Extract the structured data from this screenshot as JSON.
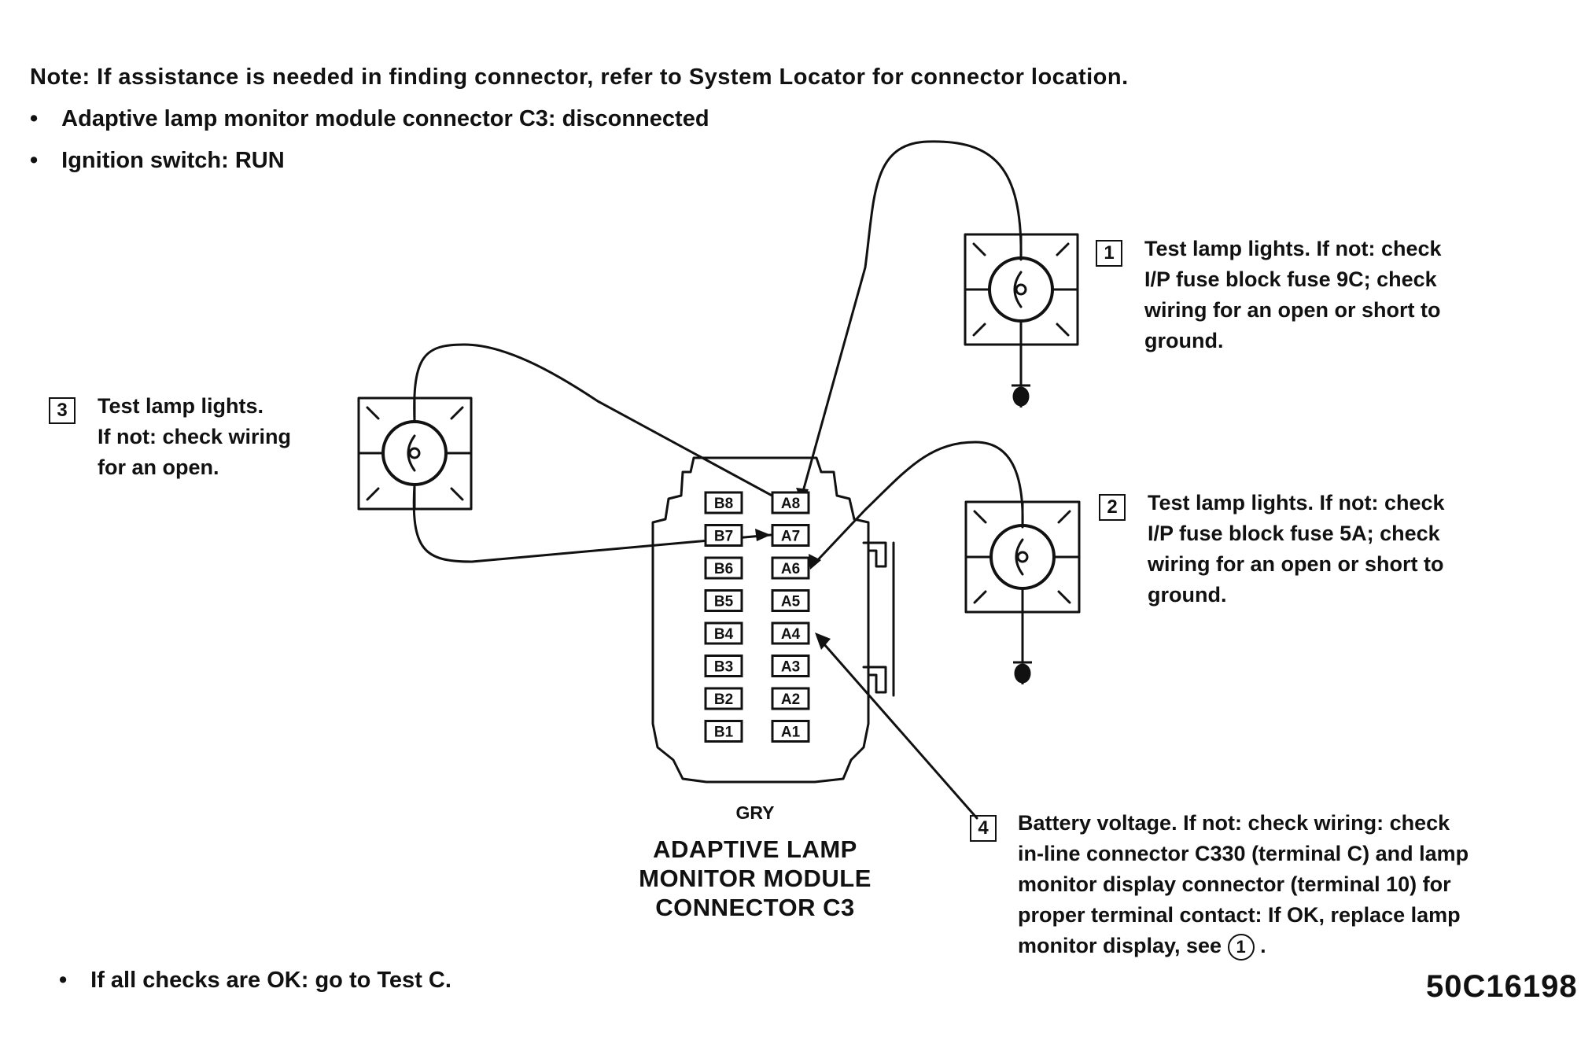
{
  "note": "Note: If assistance is needed in finding connector, refer to System Locator for connector location.",
  "bullet_symbol": "•",
  "conditions": [
    "Adaptive lamp monitor module connector C3: disconnected",
    "Ignition switch: RUN"
  ],
  "callouts": [
    {
      "number": "1",
      "lines": [
        "Test lamp lights. If not: check",
        "I/P fuse block fuse 9C; check",
        "wiring for an open or short to",
        "ground."
      ]
    },
    {
      "number": "2",
      "lines": [
        "Test lamp lights. If not: check",
        "I/P fuse block fuse 5A; check",
        "wiring for an open or short to",
        "ground."
      ]
    },
    {
      "number": "3",
      "lines": [
        "Test lamp lights.",
        "If not: check wiring",
        "for an open."
      ]
    },
    {
      "number": "4",
      "lines": [
        "Battery voltage. If not: check wiring: check",
        "in-line connector C330 (terminal C) and lamp",
        "monitor display connector (terminal 10) for",
        "proper terminal contact: If OK, replace lamp",
        "monitor display, see"
      ],
      "ref_symbol": "1",
      "trailing": "."
    }
  ],
  "connector": {
    "color_code": "GRY",
    "name_lines": [
      "ADAPTIVE LAMP",
      "MONITOR MODULE",
      "CONNECTOR C3"
    ],
    "pins_b": [
      "B8",
      "B7",
      "B6",
      "B5",
      "B4",
      "B3",
      "B2",
      "B1"
    ],
    "pins_a": [
      "A8",
      "A7",
      "A6",
      "A5",
      "A4",
      "A3",
      "A2",
      "A1"
    ]
  },
  "footer": "If all checks are OK: go to Test C.",
  "figure_code": "50C16198"
}
